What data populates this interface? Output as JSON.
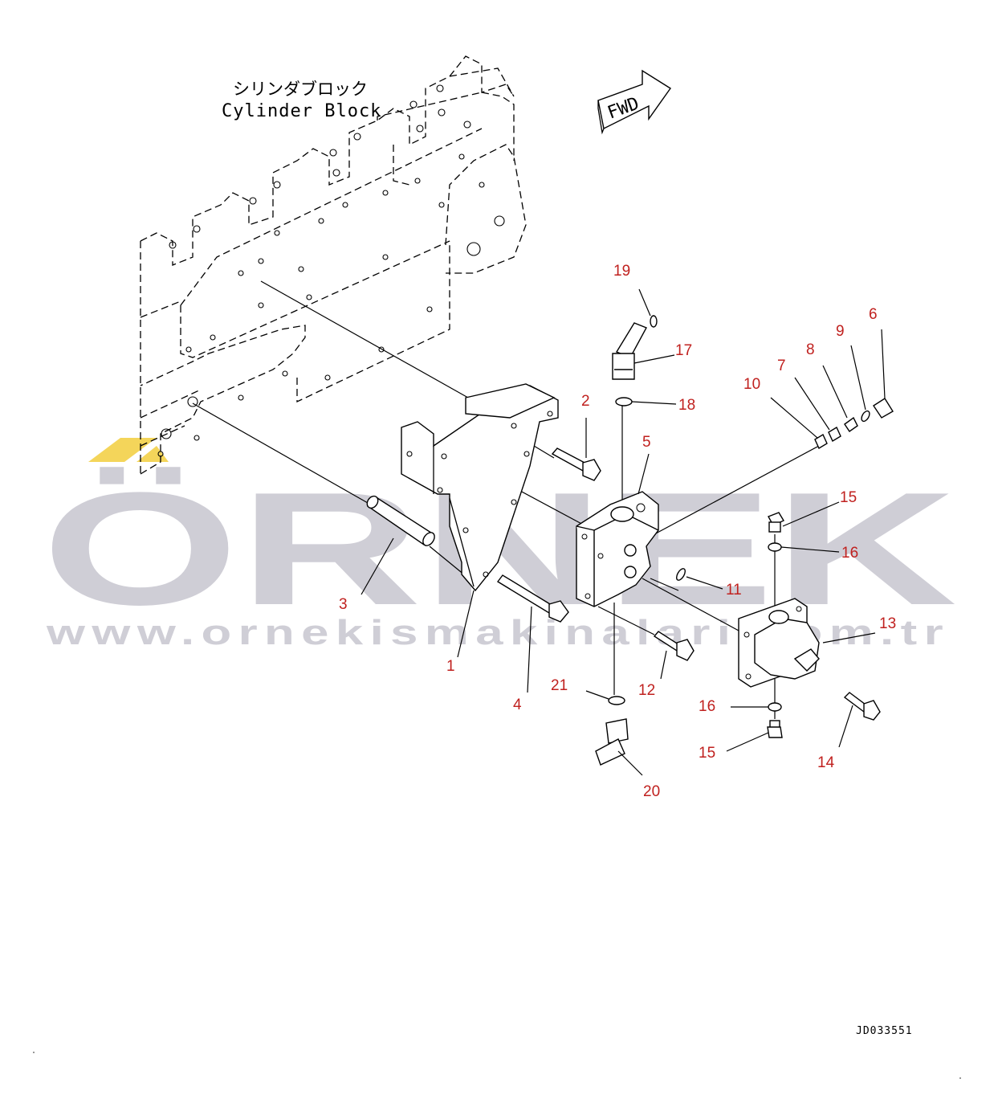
{
  "title_jp": "シリンダブロック",
  "title_en": "Cylinder Block",
  "fwd_label": "FWD",
  "drawing_number": "JD033551",
  "watermark": {
    "brand": "ÖRNEK",
    "url": "www.ornekismakinalari.com.tr",
    "accent_color": "#f4d55a",
    "text_color": "#cfced6"
  },
  "callout_color": "#c0211f",
  "callouts": [
    "1",
    "2",
    "3",
    "4",
    "5",
    "6",
    "7",
    "8",
    "9",
    "10",
    "11",
    "12",
    "13",
    "14",
    "15",
    "16",
    "16",
    "15",
    "17",
    "18",
    "19",
    "20",
    "21"
  ]
}
